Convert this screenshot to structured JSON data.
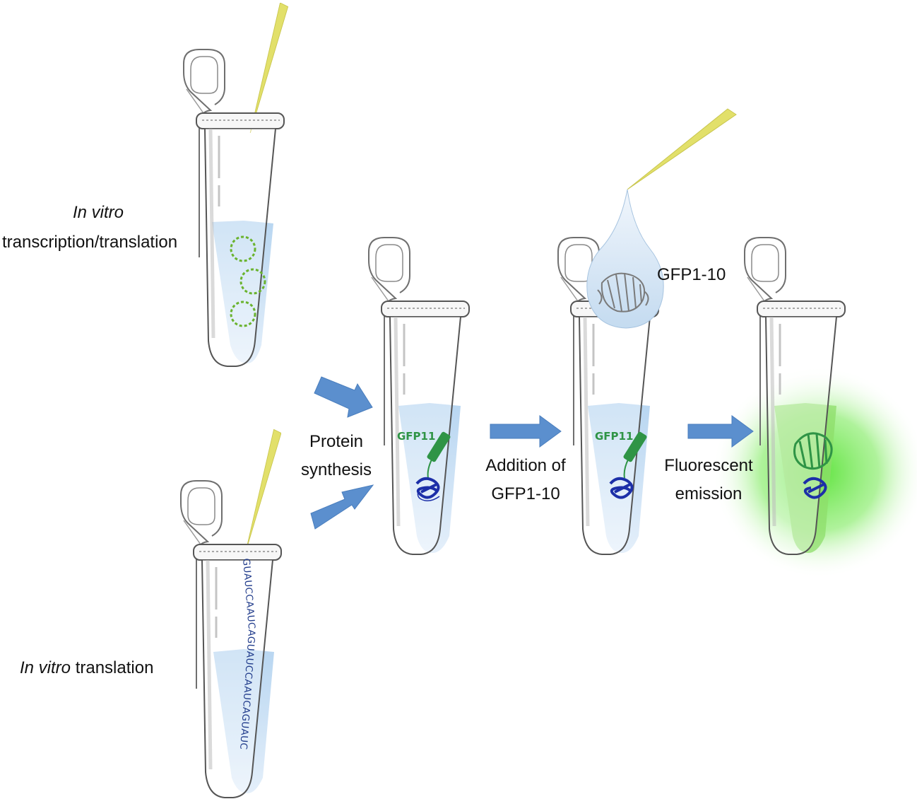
{
  "labels": {
    "step1_line1": "In vitro",
    "step1_line2": "transcription/translation",
    "step2_italic": "In vitro",
    "step2_rest": " translation",
    "arrow1_line1": "Protein",
    "arrow1_line2": "synthesis",
    "arrow2_line1": "Addition of",
    "arrow2_line2": "GFP1-10",
    "drop_label": "GFP1-10",
    "arrow3_line1": "Fluorescent",
    "arrow3_line2": "emission",
    "gfp11_tag": "GFP11"
  },
  "rna_sequence": "GUAUCCAAUCA",
  "colors": {
    "arrow": "#5b8fce",
    "pipette_tip": "#e2e06a",
    "liquid": "#cfe2f5",
    "gfp_green": "#2f9446",
    "protein_blue": "#1c2fa8",
    "glow": "#4ee02a"
  }
}
